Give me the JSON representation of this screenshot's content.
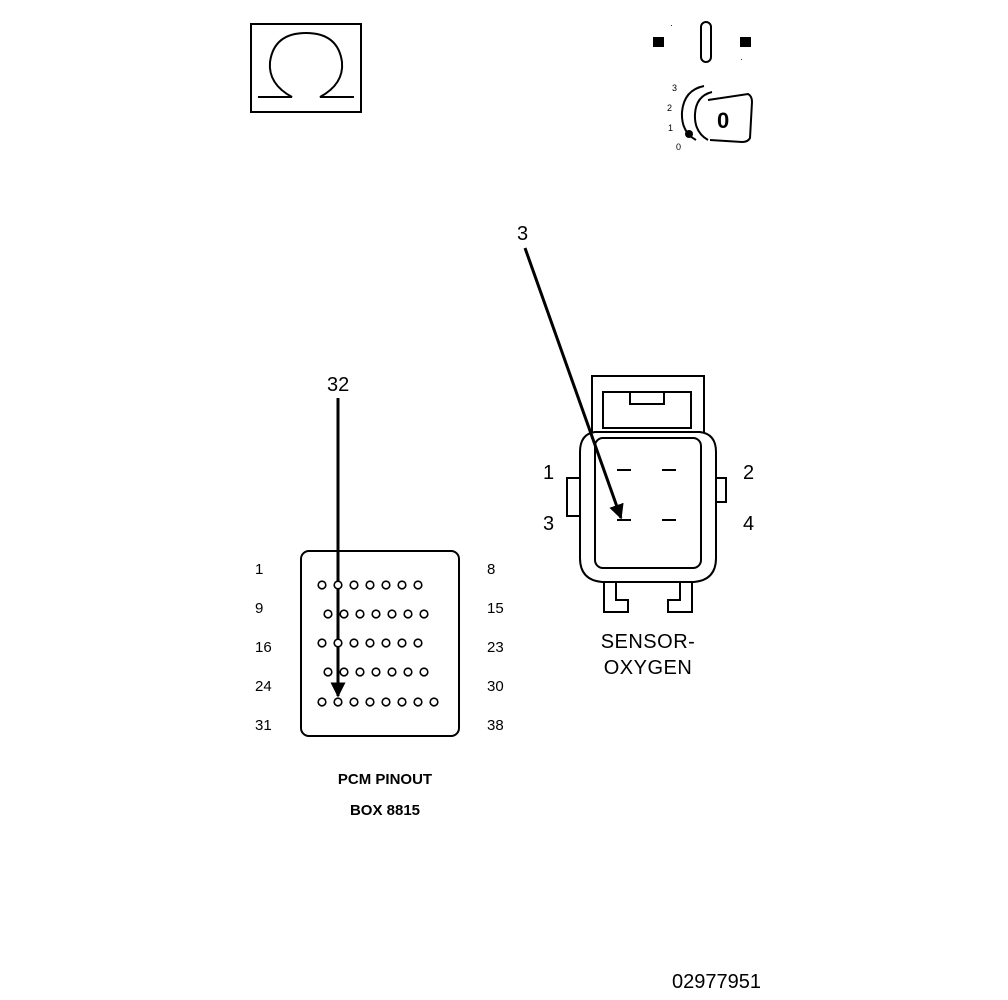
{
  "ohm_symbol": "Ω",
  "ignition": {
    "positions": [
      "0",
      "1",
      "2",
      "3"
    ],
    "key_label": "0"
  },
  "sensor": {
    "callout": "3",
    "pins": [
      "1",
      "2",
      "3",
      "4"
    ],
    "caption_line1": "SENSOR-",
    "caption_line2": "OXYGEN"
  },
  "pcm": {
    "callout": "32",
    "row_left": [
      "1",
      "9",
      "16",
      "24",
      "31"
    ],
    "row_right": [
      "8",
      "15",
      "23",
      "30",
      "38"
    ],
    "caption_line1": "PCM PINOUT",
    "caption_line2": "BOX 8815"
  },
  "figure_id": "02977951"
}
